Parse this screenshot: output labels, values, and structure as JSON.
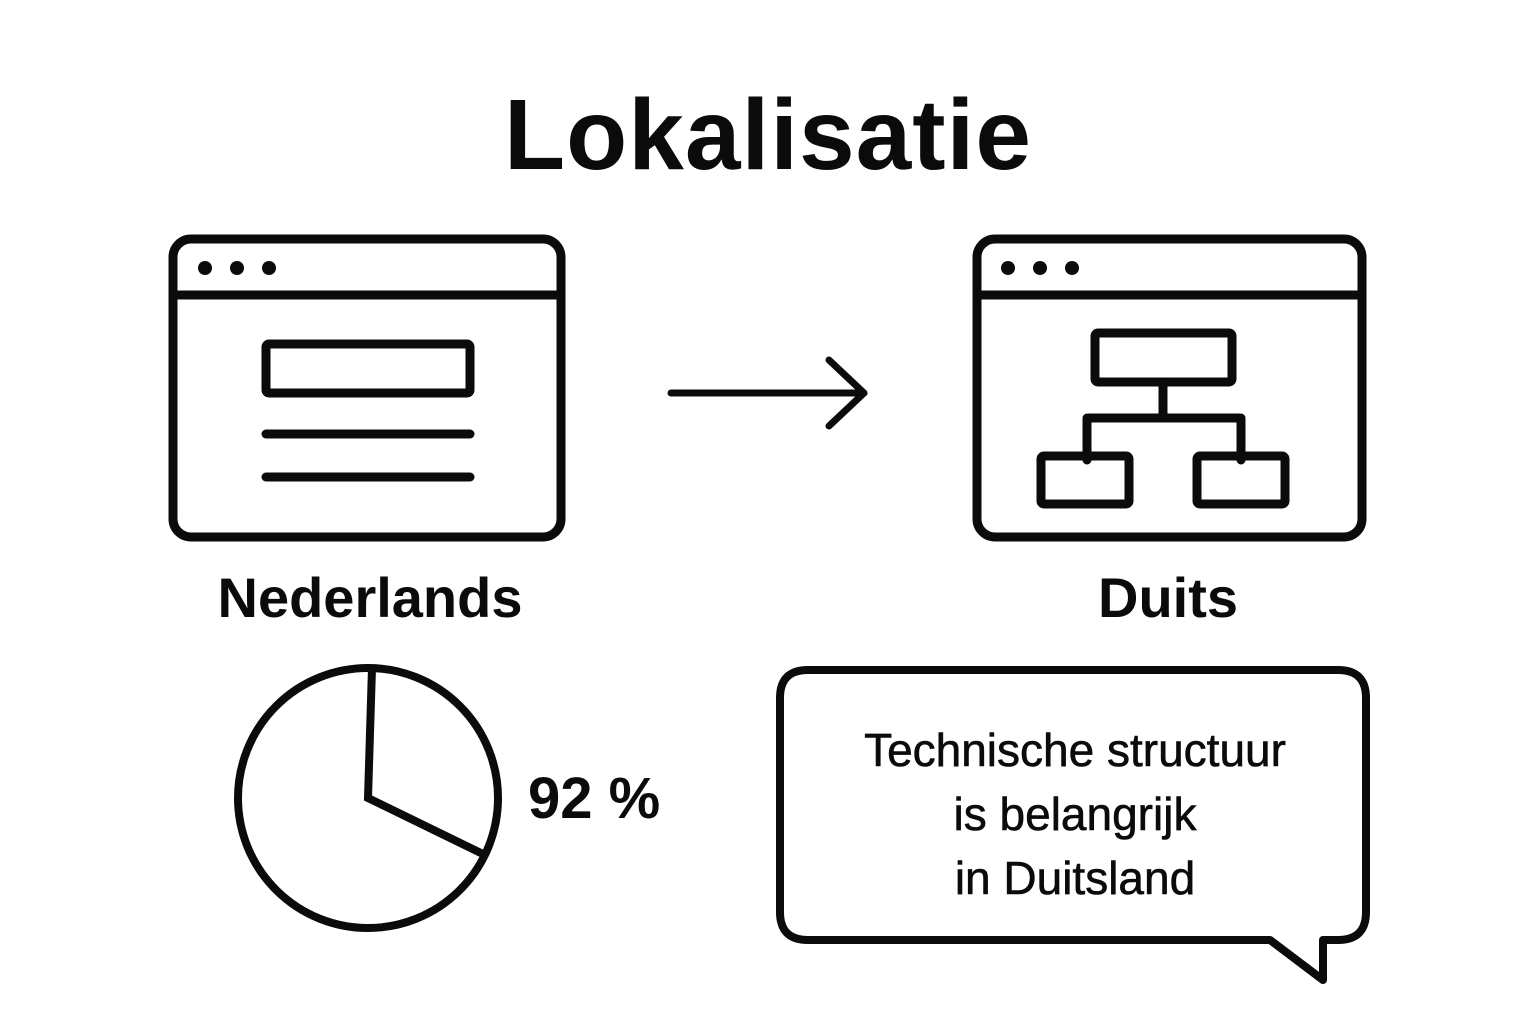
{
  "title": "Lokalisatie",
  "left_panel": {
    "label": "Nederlands",
    "icon": "browser-window-text-icon"
  },
  "arrow": {
    "icon": "arrow-right-icon"
  },
  "right_panel": {
    "label": "Duits",
    "icon": "browser-window-hierarchy-icon"
  },
  "stat": {
    "value": "92 %",
    "icon": "pie-chart-icon"
  },
  "speech_bubble": {
    "lines": [
      "Technische structuur",
      "is belangrijk",
      "in Duitsland"
    ]
  },
  "colors": {
    "stroke": "#0b0b0b",
    "background": "#ffffff"
  }
}
